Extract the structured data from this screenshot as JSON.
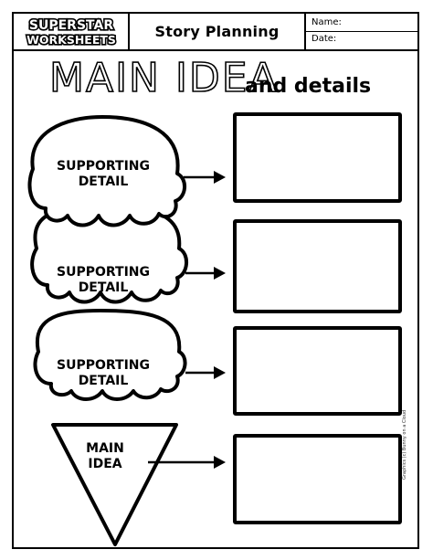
{
  "header": {
    "logo_line1": "SUPERSTAR",
    "logo_line2": "WORKSHEETS",
    "title": "Story Planning",
    "name_label": "Name:",
    "date_label": "Date:"
  },
  "headline": {
    "main": "MAIN IDEA",
    "sub": "and details"
  },
  "organizer": {
    "scoops": [
      {
        "line1": "SUPPORTING",
        "line2": "DETAIL"
      },
      {
        "line1": "SUPPORTING",
        "line2": "DETAIL"
      },
      {
        "line1": "SUPPORTING",
        "line2": "DETAIL"
      }
    ],
    "cone": {
      "line1": "MAIN",
      "line2": "IDEA"
    }
  },
  "credit": "Graphics (c) Bunny on a Cloud",
  "colors": {
    "ink": "#000000",
    "paper": "#ffffff"
  }
}
